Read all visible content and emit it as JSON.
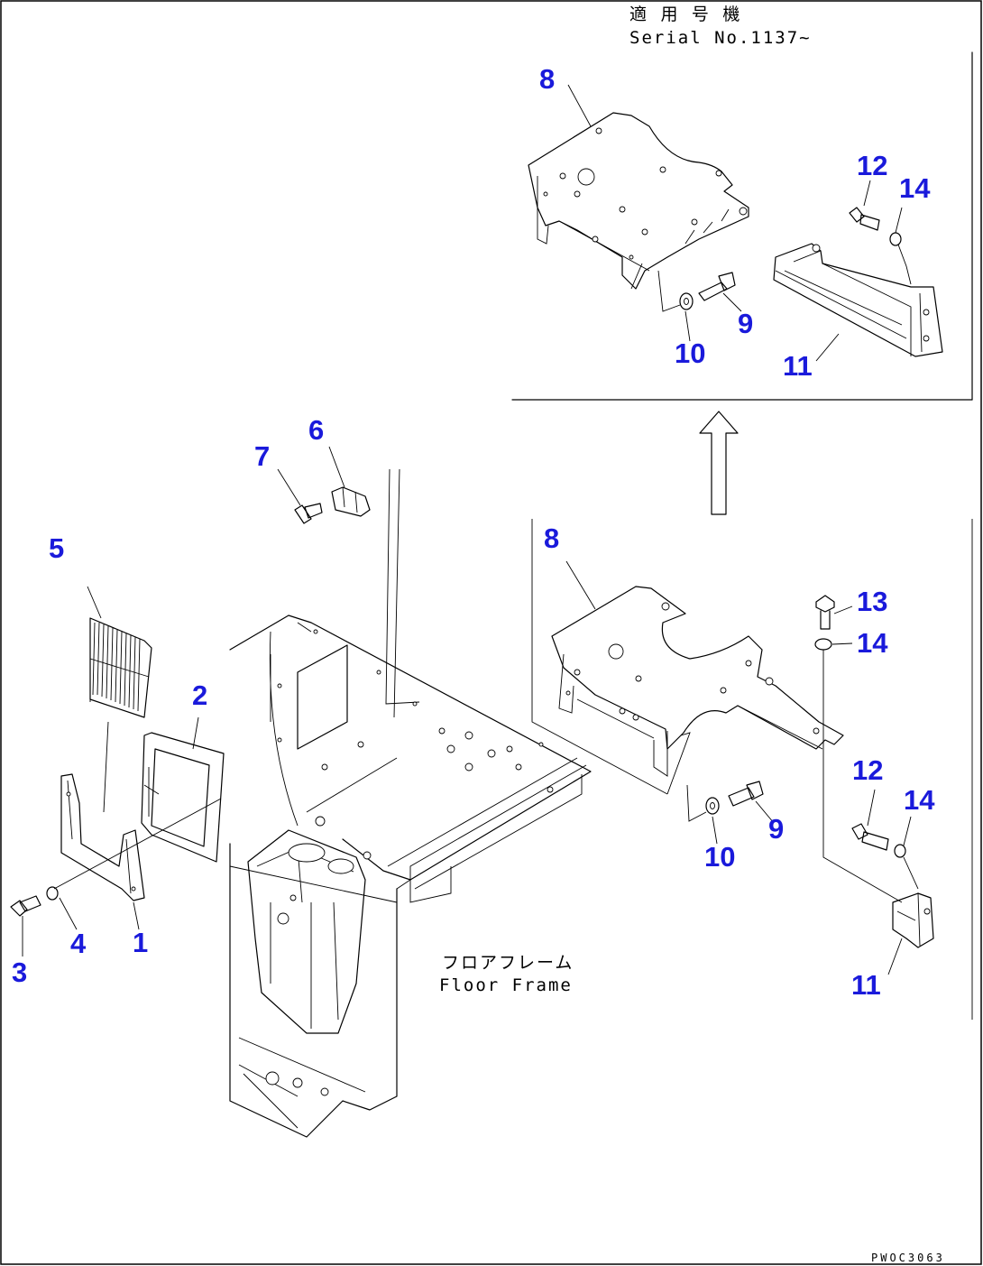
{
  "serial_note": {
    "jp": "適 用 号 機",
    "en": "Serial No.1137~"
  },
  "floor_frame": {
    "jp": "フロアフレーム",
    "en": "Floor Frame"
  },
  "drawing_code": "PWOC3063",
  "callout_color": "#1a1adb",
  "callouts": {
    "inset_8": "8",
    "inset_12": "12",
    "inset_14": "14",
    "inset_9": "9",
    "inset_10": "10",
    "inset_11": "11",
    "main_7": "7",
    "main_6": "6",
    "main_5": "5",
    "main_2": "2",
    "main_1": "1",
    "main_3": "3",
    "main_4": "4",
    "right_8": "8",
    "right_13": "13",
    "right_14a": "14",
    "right_12": "12",
    "right_14b": "14",
    "right_9": "9",
    "right_10": "10",
    "right_11": "11"
  }
}
